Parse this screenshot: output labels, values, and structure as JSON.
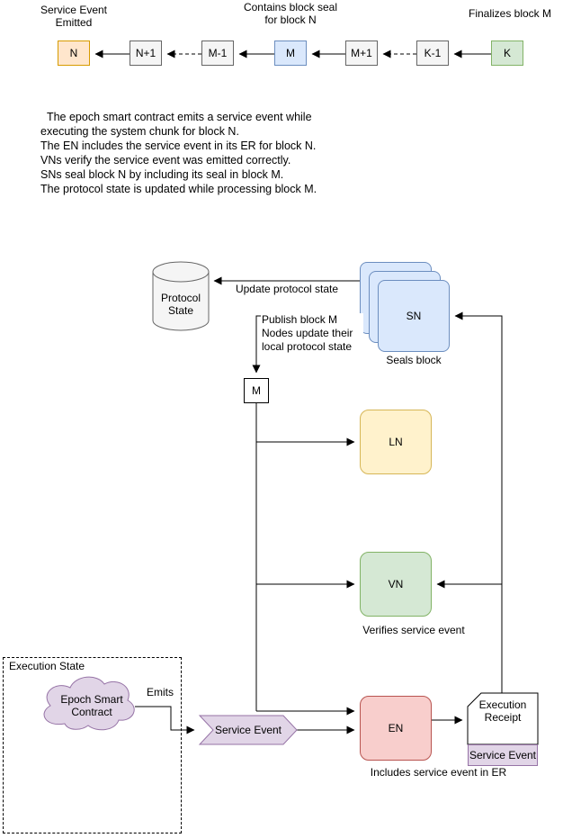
{
  "colors": {
    "block_n_fill": "#ffe6cc",
    "block_n_stroke": "#d79b00",
    "block_gray_fill": "#f5f5f5",
    "block_gray_stroke": "#666666",
    "block_m_fill": "#dae8fc",
    "block_m_stroke": "#6c8ebf",
    "block_k_fill": "#d5e8d4",
    "block_k_stroke": "#82b366",
    "sn_fill": "#dae8fc",
    "sn_stroke": "#6c8ebf",
    "ln_fill": "#fff2cc",
    "ln_stroke": "#d6b656",
    "vn_fill": "#d5e8d4",
    "vn_stroke": "#82b366",
    "en_fill": "#f8cecc",
    "en_stroke": "#b85450",
    "purple_fill": "#e1d5e7",
    "purple_stroke": "#9673a6",
    "cylinder_fill": "#f5f5f5",
    "cylinder_stroke": "#666666",
    "line": "#000000"
  },
  "top_chain": {
    "label_service_event": "Service Event\nEmitted",
    "label_contains_seal": "Contains block seal\nfor block N",
    "label_finalizes": "Finalizes block M",
    "blocks": {
      "n": "N",
      "n_plus_1": "N+1",
      "m_minus_1": "M-1",
      "m": "M",
      "m_plus_1": "M+1",
      "k_minus_1": "K-1",
      "k": "K"
    }
  },
  "description": [
    "  The epoch smart contract emits a service event while",
    "executing the system chunk for block N.",
    "The EN includes the service event in its ER for block N.",
    "VNs verify the service event was emitted correctly.",
    "SNs seal block N by including its seal in block M.",
    "The protocol state is updated while processing block M."
  ],
  "diagram": {
    "protocol_state": "Protocol\nState",
    "update_protocol_state": "Update protocol state",
    "sn_label": "SN",
    "seals_block": "Seals block",
    "publish_note": "Publish block M\nNodes update their\nlocal protocol state",
    "m_box": "M",
    "ln_label": "LN",
    "vn_label": "VN",
    "verifies_caption": "Verifies service event",
    "en_label": "EN",
    "includes_caption": "Includes service event in ER",
    "execution_receipt": "Execution\nReceipt",
    "receipt_service_event": "Service Event",
    "execution_state": "Execution State",
    "cloud_label": "Epoch Smart\nContract",
    "emits": "Emits",
    "service_event_step": "Service Event"
  }
}
